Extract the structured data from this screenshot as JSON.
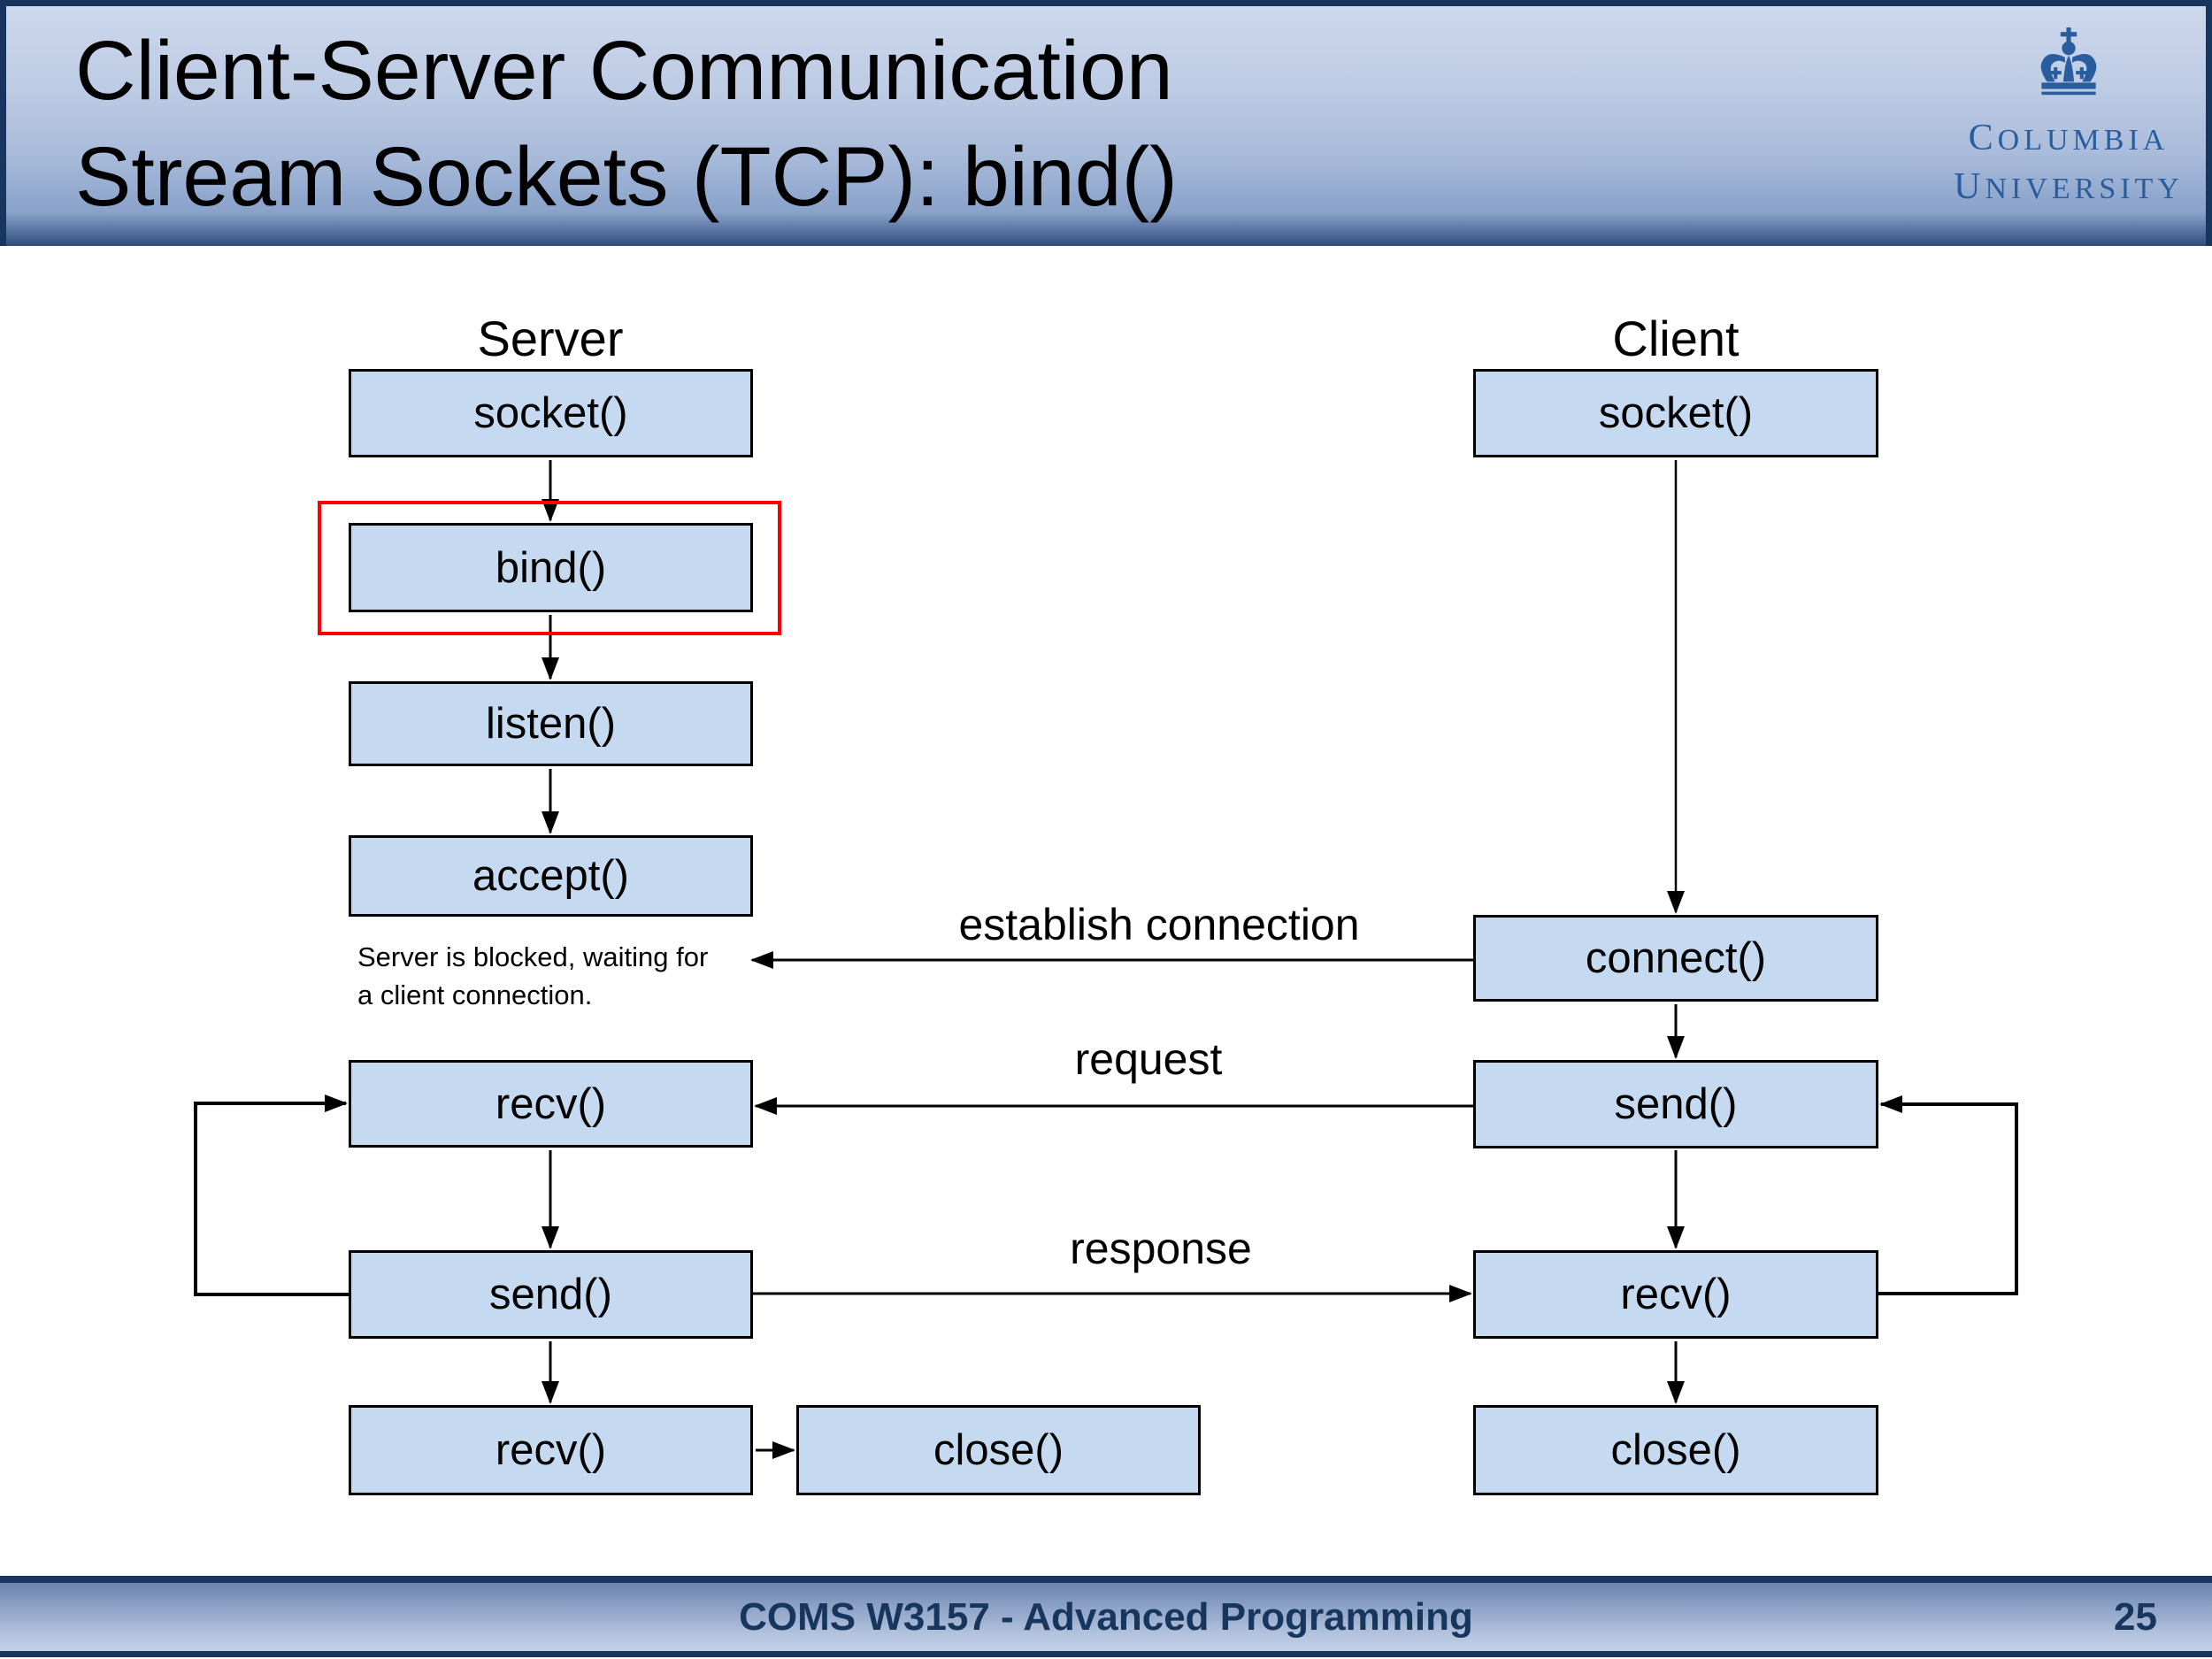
{
  "header": {
    "title_line1": "Client-Server Communication",
    "title_line2": "Stream Sockets (TCP): bind()",
    "logo_line1": "COLUMBIA",
    "logo_line2": "UNIVERSITY"
  },
  "diagram": {
    "server": {
      "heading": "Server",
      "boxes": {
        "socket": "socket()",
        "bind": "bind()",
        "listen": "listen()",
        "accept": "accept()",
        "recv1": "recv()",
        "send": "send()",
        "recv2": "recv()",
        "close": "close()"
      },
      "note_line1": "Server is blocked, waiting for",
      "note_line2": "a client connection."
    },
    "client": {
      "heading": "Client",
      "boxes": {
        "socket": "socket()",
        "connect": "connect()",
        "send": "send()",
        "recv": "recv()",
        "close": "close()"
      }
    },
    "arrow_labels": {
      "establish": "establish connection",
      "request": "request",
      "response": "response"
    },
    "colors": {
      "box_fill": "#c5d9f1",
      "box_border": "#000000",
      "highlight_red": "#fe0000",
      "navy": "#17355f",
      "logo_blue": "#2a5d9e"
    }
  },
  "footer": {
    "course": "COMS W3157 - Advanced Programming",
    "page_number": "25"
  }
}
